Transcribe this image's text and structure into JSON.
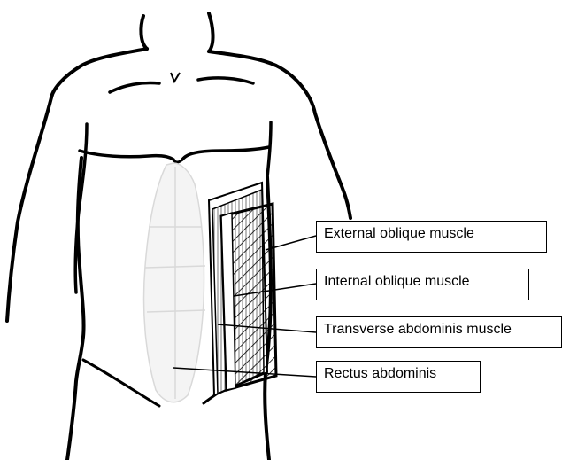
{
  "labels": {
    "external_oblique": "External oblique muscle",
    "internal_oblique": "Internal oblique muscle",
    "transverse_abdominis": "Transverse abdominis muscle",
    "rectus_abdominis": "Rectus abdominis"
  },
  "colors": {
    "ink": "#000000",
    "rectus_fill": "#f4f4f4",
    "rectus_lines": "#d9d9d9",
    "background": "#ffffff"
  }
}
